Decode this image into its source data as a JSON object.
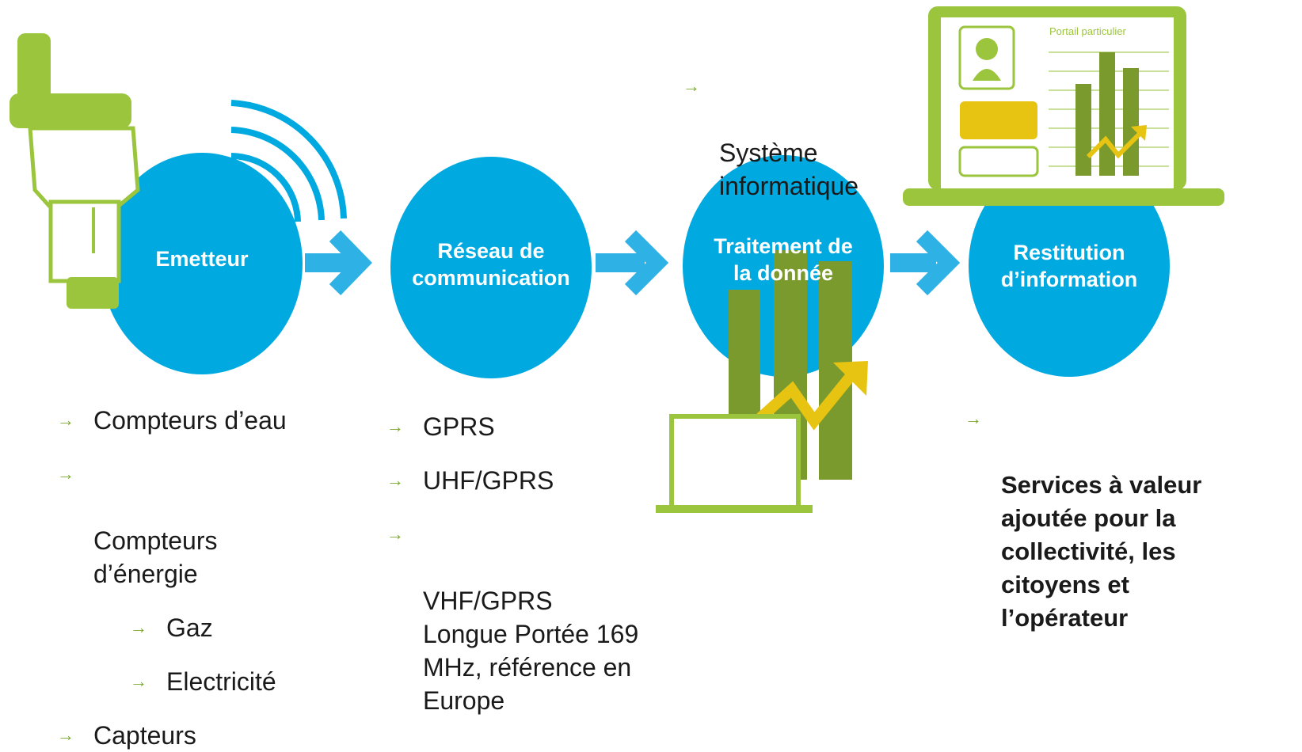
{
  "colors": {
    "circle": "#00a9df",
    "arrow": "#2eb2e6",
    "green": "#9bc53d",
    "dark_green": "#7a9a2d",
    "yellow": "#e8c412"
  },
  "circles": {
    "emetteur": "Emetteur",
    "reseau": "Réseau de\ncommunication",
    "traitement": "Traitement de\nla donnée",
    "restitution": "Restitution\nd’information"
  },
  "portal_label": "Portail particulier",
  "bullet_icon": "arrow-right-icon",
  "lists": {
    "emetteur": {
      "compteurs_eau": "Compteurs d’eau",
      "compteurs_energie": "Compteurs\nd’énergie",
      "gaz": "Gaz",
      "electricite": "Electricité",
      "capteurs": "Capteurs"
    },
    "reseau": {
      "gprs": "GPRS",
      "uhf": "UHF/GPRS",
      "vhf": "VHF/GPRS\nLongue Portée 169\nMHz, référence en\nEurope"
    },
    "traitement": {
      "systeme": "Système\ninformatique"
    },
    "restitution": {
      "services": "Services à valeur\najoutée pour la\ncollectivité, les\ncitoyens et\nl’opérateur"
    }
  }
}
